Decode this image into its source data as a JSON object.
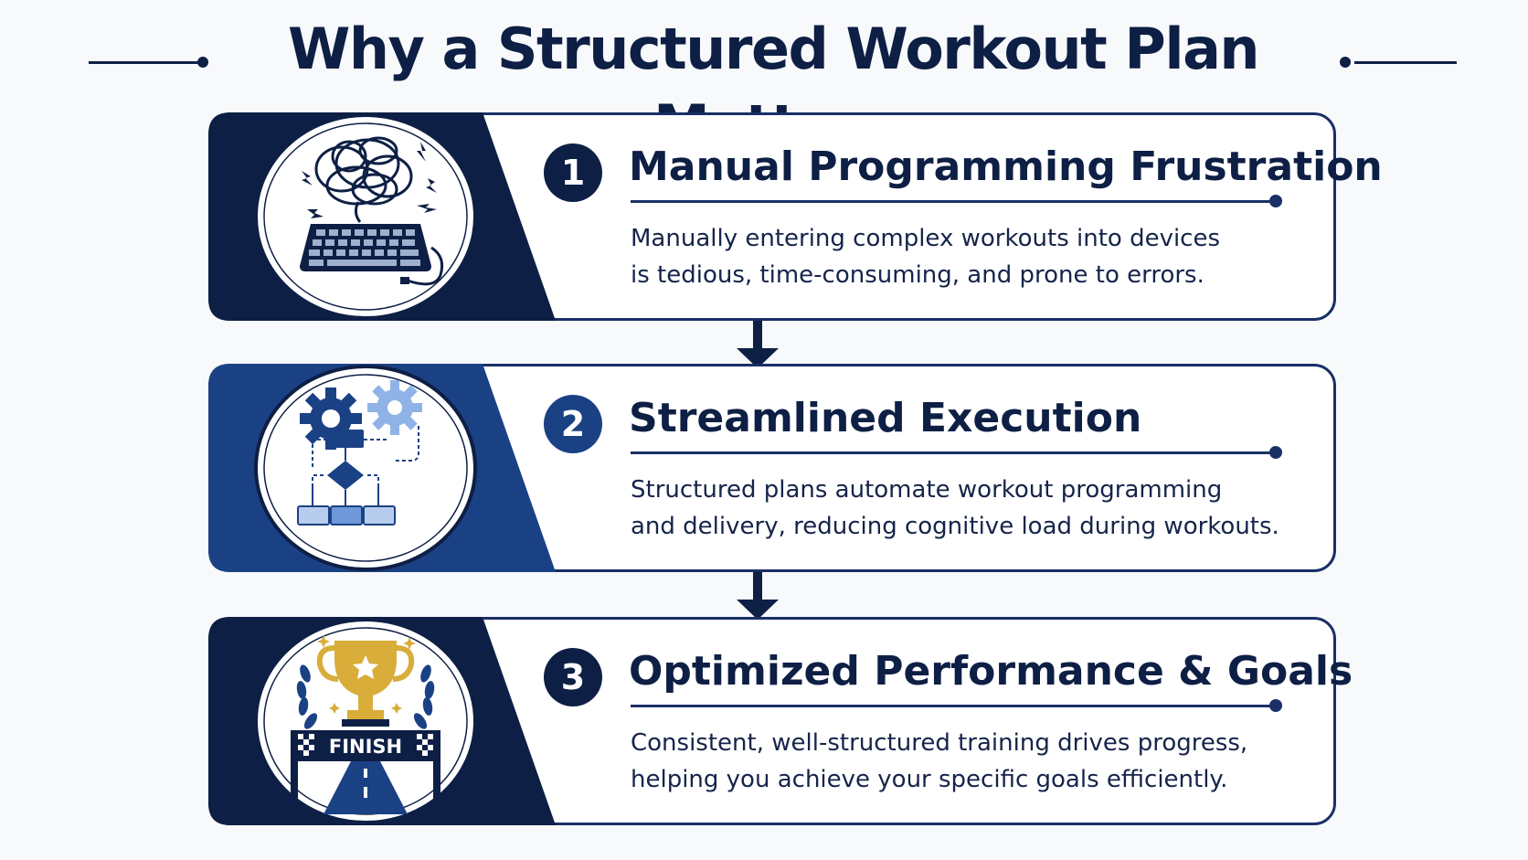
{
  "title": "Why a Structured Workout Plan Matters",
  "colors": {
    "navy": "#0e1f45",
    "royal_blue": "#1b4185",
    "light_blue": "#8fb3e6",
    "gold": "#d9ad3a",
    "background": "#f8f9fb"
  },
  "steps": [
    {
      "number": "1",
      "title": "Manual Programming Frustration",
      "description_lines": [
        "Manually entering complex workouts into devices",
        "is tedious, time-consuming, and prone to errors."
      ],
      "icon": "tangled-keyboard-icon"
    },
    {
      "number": "2",
      "title": "Streamlined Execution",
      "description_lines": [
        "Structured plans automate workout programming",
        "and delivery, reducing cognitive load during workouts."
      ],
      "icon": "gears-flowchart-icon"
    },
    {
      "number": "3",
      "title": "Optimized Performance & Goals",
      "description_lines": [
        "Consistent, well-structured training drives progress,",
        "helping you achieve your specific goals efficiently."
      ],
      "icon": "trophy-finish-icon",
      "finish_label": "FINISH"
    }
  ]
}
